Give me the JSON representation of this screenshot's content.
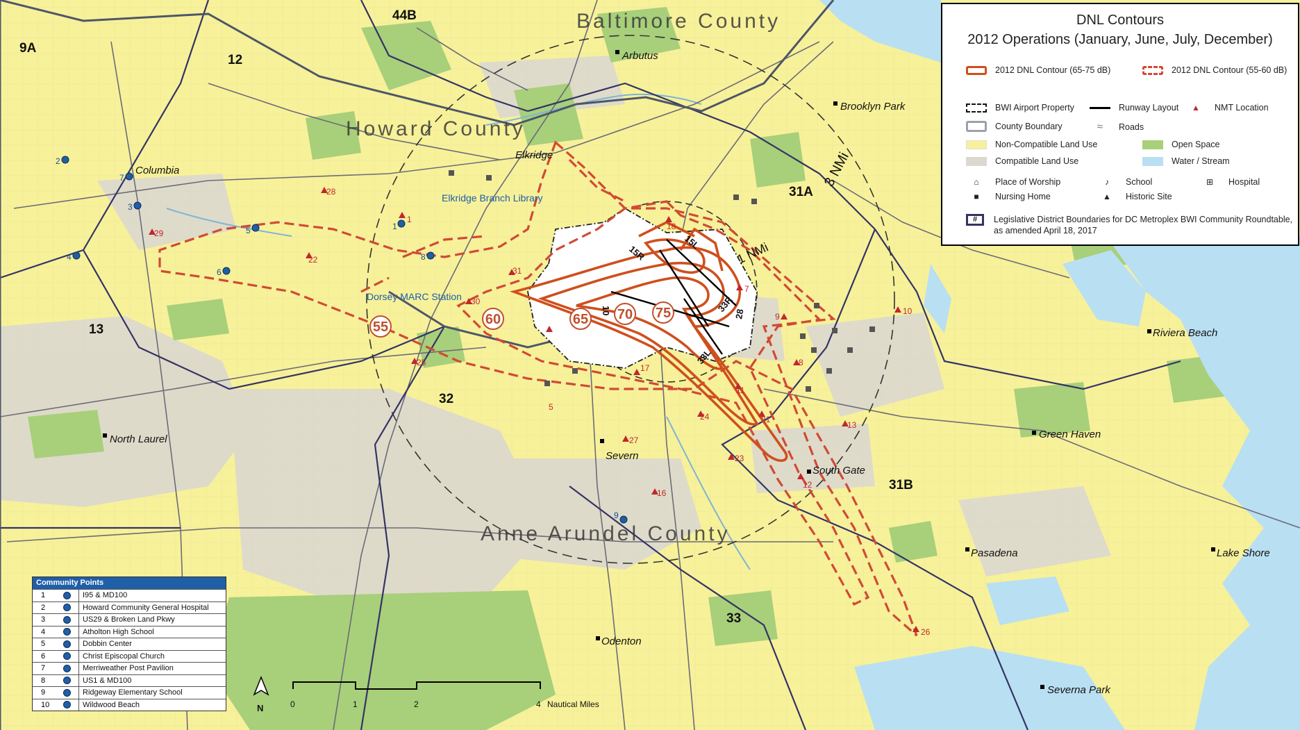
{
  "legend": {
    "title": "DNL Contours",
    "subtitle": "2012 Operations (January, June, July, December)",
    "items": {
      "dnl_65_75": "2012 DNL Contour (65-75 dB)",
      "dnl_55_60": "2012 DNL Contour (55-60 dB)",
      "airport_property": "BWI Airport Property",
      "runway_layout": "Runway Layout",
      "nmt_location": "NMT Location",
      "county_boundary": "County Boundary",
      "roads": "Roads",
      "non_compatible": "Non-Compatible Land Use",
      "open_space": "Open Space",
      "compatible": "Compatible Land Use",
      "water": "Water / Stream",
      "worship": "Place of Worship",
      "school": "School",
      "hospital": "Hospital",
      "nursing": "Nursing Home",
      "historic": "Historic Site",
      "legislative_symbol": "#",
      "legislative_line1": "Legislative District Boundaries for DC Metroplex BWI Community Roundtable,",
      "legislative_line2": "as amended April 18, 2017"
    },
    "colors": {
      "contour": "#cf4f1d",
      "contour_dashed": "#d04a35",
      "nmt": "#c0282d",
      "non_compatible": "#f7f199",
      "compatible": "#dcd8cf",
      "open_space": "#a8cf7a",
      "water": "#b9dff2"
    }
  },
  "counties": [
    "Baltimore County",
    "Howard County",
    "Anne Arundel County"
  ],
  "districts": [
    "44B",
    "9A",
    "12",
    "13",
    "32",
    "31A",
    "31B",
    "33"
  ],
  "places": [
    "Arbutus",
    "Brooklyn Park",
    "Columbia",
    "Elkridge",
    "Elkridge Branch Library",
    "Dorsey MARC Station",
    "North Laurel",
    "Severn",
    "South Gate",
    "Odenton",
    "Green Haven",
    "Riviera Beach",
    "Pasadena",
    "Lake Shore",
    "Severna Park"
  ],
  "contour_labels": [
    "55",
    "60",
    "65",
    "70",
    "75"
  ],
  "runway_labels": [
    "15R",
    "15L",
    "10",
    "33R",
    "28",
    "33L"
  ],
  "rings": [
    "3 NMi",
    "1 NMi"
  ],
  "nmt_labels": [
    "1",
    "5",
    "7",
    "8",
    "9",
    "10",
    "11",
    "12",
    "13",
    "16",
    "17",
    "18",
    "21",
    "22",
    "23",
    "24",
    "25",
    "26",
    "27",
    "28",
    "29",
    "30",
    "31"
  ],
  "community_point_labels": [
    "1",
    "2",
    "3",
    "4",
    "5",
    "6",
    "7",
    "8",
    "9"
  ],
  "community_points": {
    "title": "Community Points",
    "rows": [
      {
        "num": "1",
        "name": "I95 & MD100"
      },
      {
        "num": "2",
        "name": "Howard Community General Hospital"
      },
      {
        "num": "3",
        "name": "US29 & Broken Land Pkwy"
      },
      {
        "num": "4",
        "name": "Atholton High School"
      },
      {
        "num": "5",
        "name": "Dobbin Center"
      },
      {
        "num": "6",
        "name": "Christ Episcopal Church"
      },
      {
        "num": "7",
        "name": "Merriweather Post Pavilion"
      },
      {
        "num": "8",
        "name": "US1 & MD100"
      },
      {
        "num": "9",
        "name": "Ridgeway Elementary School"
      },
      {
        "num": "10",
        "name": "Wildwood Beach"
      }
    ]
  },
  "scale_bar": {
    "ticks": [
      "0",
      "1",
      "2",
      "4"
    ],
    "unit": "Nautical Miles"
  },
  "north_arrow": "N"
}
